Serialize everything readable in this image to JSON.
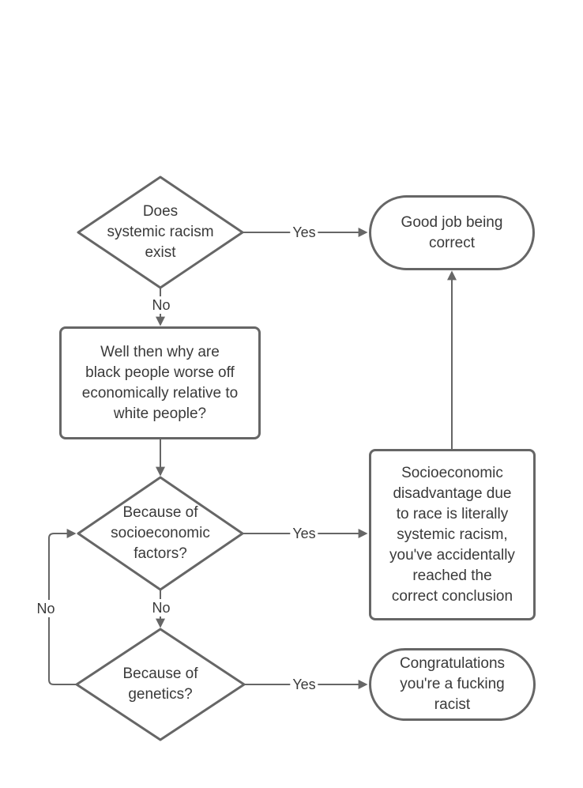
{
  "colors": {
    "stroke": "#666666",
    "text": "#3a3a3a",
    "background": "#ffffff"
  },
  "nodes": [
    {
      "id": "start",
      "type": "decision",
      "label": "Does\nsystemic racism\nexist"
    },
    {
      "id": "good-job",
      "type": "terminal",
      "label": "Good job being\ncorrect"
    },
    {
      "id": "why-worse-off",
      "type": "process",
      "label": "Well then why are\nblack people worse off\neconomically relative to\nwhite people?"
    },
    {
      "id": "socioeconomic-factors",
      "type": "decision",
      "label": "Because of\nsocioeconomic\nfactors?"
    },
    {
      "id": "systemic-conclusion",
      "type": "process",
      "label": "Socioeconomic\ndisadvantage due\nto race is literally\nsystemic racism,\nyou've accidentally\nreached the\ncorrect conclusion"
    },
    {
      "id": "genetics",
      "type": "decision",
      "label": "Because of\ngenetics?"
    },
    {
      "id": "racist",
      "type": "terminal",
      "label": "Congratulations\nyou're a fucking\nracist"
    }
  ],
  "edges": [
    {
      "from": "start",
      "to": "good-job",
      "label": "Yes"
    },
    {
      "from": "start",
      "to": "why-worse-off",
      "label": "No"
    },
    {
      "from": "why-worse-off",
      "to": "socioeconomic-factors",
      "label": ""
    },
    {
      "from": "socioeconomic-factors",
      "to": "systemic-conclusion",
      "label": "Yes"
    },
    {
      "from": "socioeconomic-factors",
      "to": "genetics",
      "label": "No"
    },
    {
      "from": "genetics",
      "to": "racist",
      "label": "Yes"
    },
    {
      "from": "genetics",
      "to": "socioeconomic-factors",
      "label": "No"
    },
    {
      "from": "systemic-conclusion",
      "to": "good-job",
      "label": ""
    }
  ]
}
